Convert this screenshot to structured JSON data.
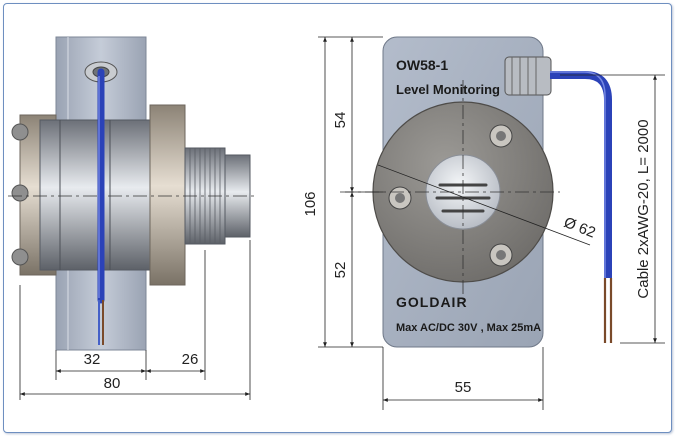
{
  "diagram": {
    "model_code": "OW58-1",
    "model_subtitle": "Level Monitoring",
    "brand": "GOLDAIR",
    "rating": "Max AC/DC 30V , Max 25mA",
    "dimensions": {
      "total_height": "106",
      "upper_height": "54",
      "lower_height": "52",
      "diameter": "Ø 62",
      "body_width": "55",
      "total_width": "80",
      "left_section": "32",
      "right_section": "26"
    },
    "cable_spec": "Cable 2xAWG-20, L= 2000"
  },
  "colors": {
    "body_panel": "#a9b2c0",
    "cable_blue": "#2b42b8",
    "wire_brown": "#7a4a2a",
    "steel": "#8a8f95",
    "frame_border": "#6e8fc0"
  }
}
